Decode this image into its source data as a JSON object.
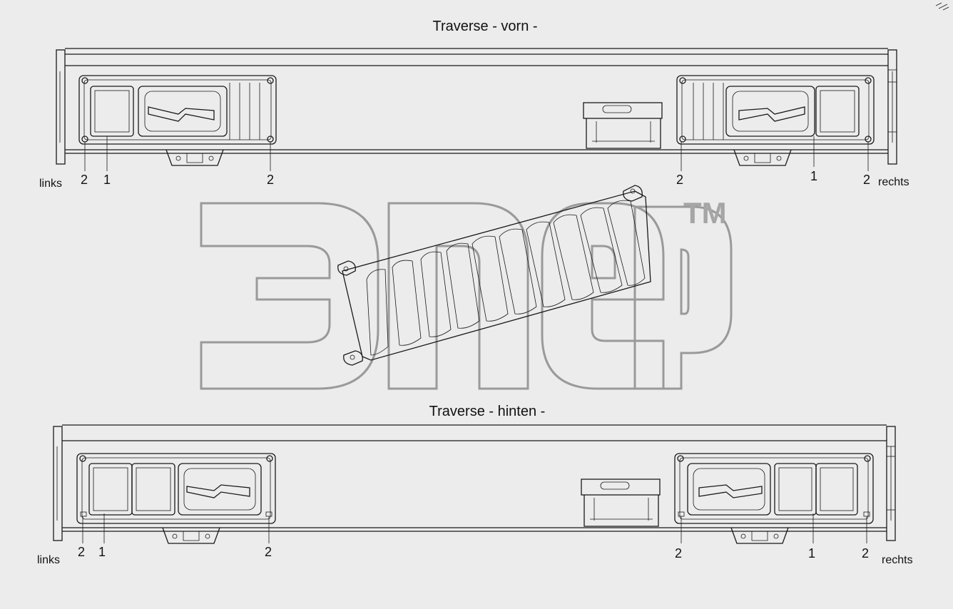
{
  "colors": {
    "background": "#ececec",
    "line": "#1a1a1a",
    "watermark": "#9a9a9a"
  },
  "front_assembly": {
    "title": "Traverse - vorn -",
    "left_side_label": "links",
    "right_side_label": "rechts",
    "callouts_left": [
      "2",
      "1",
      "2"
    ],
    "callouts_right": [
      "2",
      "1",
      "2"
    ]
  },
  "rear_assembly": {
    "title": "Traverse - hinten -",
    "left_side_label": "links",
    "right_side_label": "rechts",
    "callouts_left": [
      "2",
      "1",
      "2"
    ],
    "callouts_right": [
      "2",
      "1",
      "2"
    ]
  },
  "watermark": {
    "trademark": "TM"
  }
}
